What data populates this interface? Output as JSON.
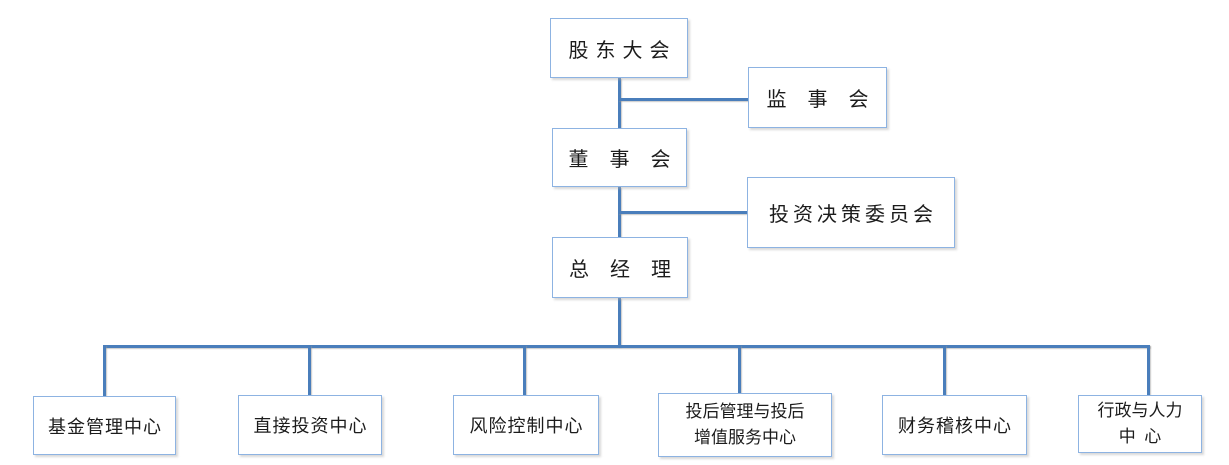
{
  "canvas": {
    "background_color": "#ffffff",
    "connector_color": "#4a7ebb",
    "box_border_color": "#8db3e2",
    "text_color": "#1c1c1c"
  },
  "org_chart": {
    "type": "org-hierarchy",
    "nodes": {
      "shareholders_meeting": {
        "label": "股东大会"
      },
      "supervisory_board": {
        "label": "监 事 会"
      },
      "board_of_directors": {
        "label": "董 事 会"
      },
      "investment_decision_committee": {
        "label": "投资决策委员会"
      },
      "general_manager": {
        "label": "总 经 理"
      },
      "fund_management_center": {
        "label": "基金管理中心"
      },
      "direct_investment_center": {
        "label": "直接投资中心"
      },
      "risk_control_center": {
        "label": "风险控制中心"
      },
      "post_investment_center": {
        "line1": "投后管理与投后",
        "line2": "增值服务中心"
      },
      "financial_audit_center": {
        "label": "财务稽核中心"
      },
      "admin_hr_center": {
        "line1": "行政与人力",
        "line2": "中  心"
      }
    },
    "edges": [
      {
        "from": "shareholders_meeting",
        "to": "supervisory_board"
      },
      {
        "from": "shareholders_meeting",
        "to": "board_of_directors"
      },
      {
        "from": "board_of_directors",
        "to": "investment_decision_committee"
      },
      {
        "from": "board_of_directors",
        "to": "general_manager"
      },
      {
        "from": "general_manager",
        "to": "fund_management_center"
      },
      {
        "from": "general_manager",
        "to": "direct_investment_center"
      },
      {
        "from": "general_manager",
        "to": "risk_control_center"
      },
      {
        "from": "general_manager",
        "to": "post_investment_center"
      },
      {
        "from": "general_manager",
        "to": "financial_audit_center"
      },
      {
        "from": "general_manager",
        "to": "admin_hr_center"
      }
    ]
  }
}
